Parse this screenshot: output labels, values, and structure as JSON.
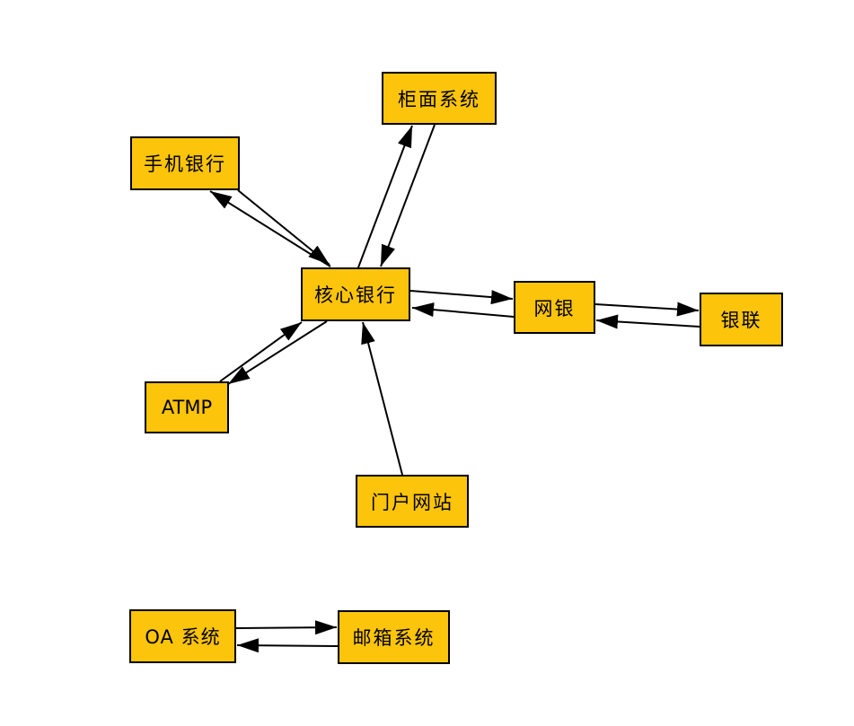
{
  "diagram": {
    "kind": "system-integration-diagram",
    "colors": {
      "background": "#FFFFFF",
      "node_fill": "#FCC40B",
      "node_border": "#000000",
      "edge": "#000000",
      "text": "#000000"
    },
    "nodes": [
      {
        "id": "counter-system",
        "label": "柜面系统"
      },
      {
        "id": "mobile-banking",
        "label": "手机银行"
      },
      {
        "id": "core-banking",
        "label": "核心银行"
      },
      {
        "id": "online-banking",
        "label": "网银"
      },
      {
        "id": "unionpay",
        "label": "银联"
      },
      {
        "id": "atmp",
        "label": "ATMP"
      },
      {
        "id": "portal-website",
        "label": "门户网站"
      },
      {
        "id": "oa-system",
        "label": "OA 系统"
      },
      {
        "id": "email-system",
        "label": "邮箱系统"
      }
    ],
    "edges": [
      {
        "from": "核心银行",
        "to": "柜面系统"
      },
      {
        "from": "柜面系统",
        "to": "核心银行"
      },
      {
        "from": "核心银行",
        "to": "手机银行"
      },
      {
        "from": "手机银行",
        "to": "核心银行"
      },
      {
        "from": "核心银行",
        "to": "网银"
      },
      {
        "from": "网银",
        "to": "核心银行"
      },
      {
        "from": "网银",
        "to": "银联"
      },
      {
        "from": "银联",
        "to": "网银"
      },
      {
        "from": "ATMP",
        "to": "核心银行"
      },
      {
        "from": "核心银行",
        "to": "ATMP"
      },
      {
        "from": "门户网站",
        "to": "核心银行"
      },
      {
        "from": "OA 系统",
        "to": "邮箱系统"
      },
      {
        "from": "邮箱系统",
        "to": "OA 系统"
      }
    ]
  }
}
